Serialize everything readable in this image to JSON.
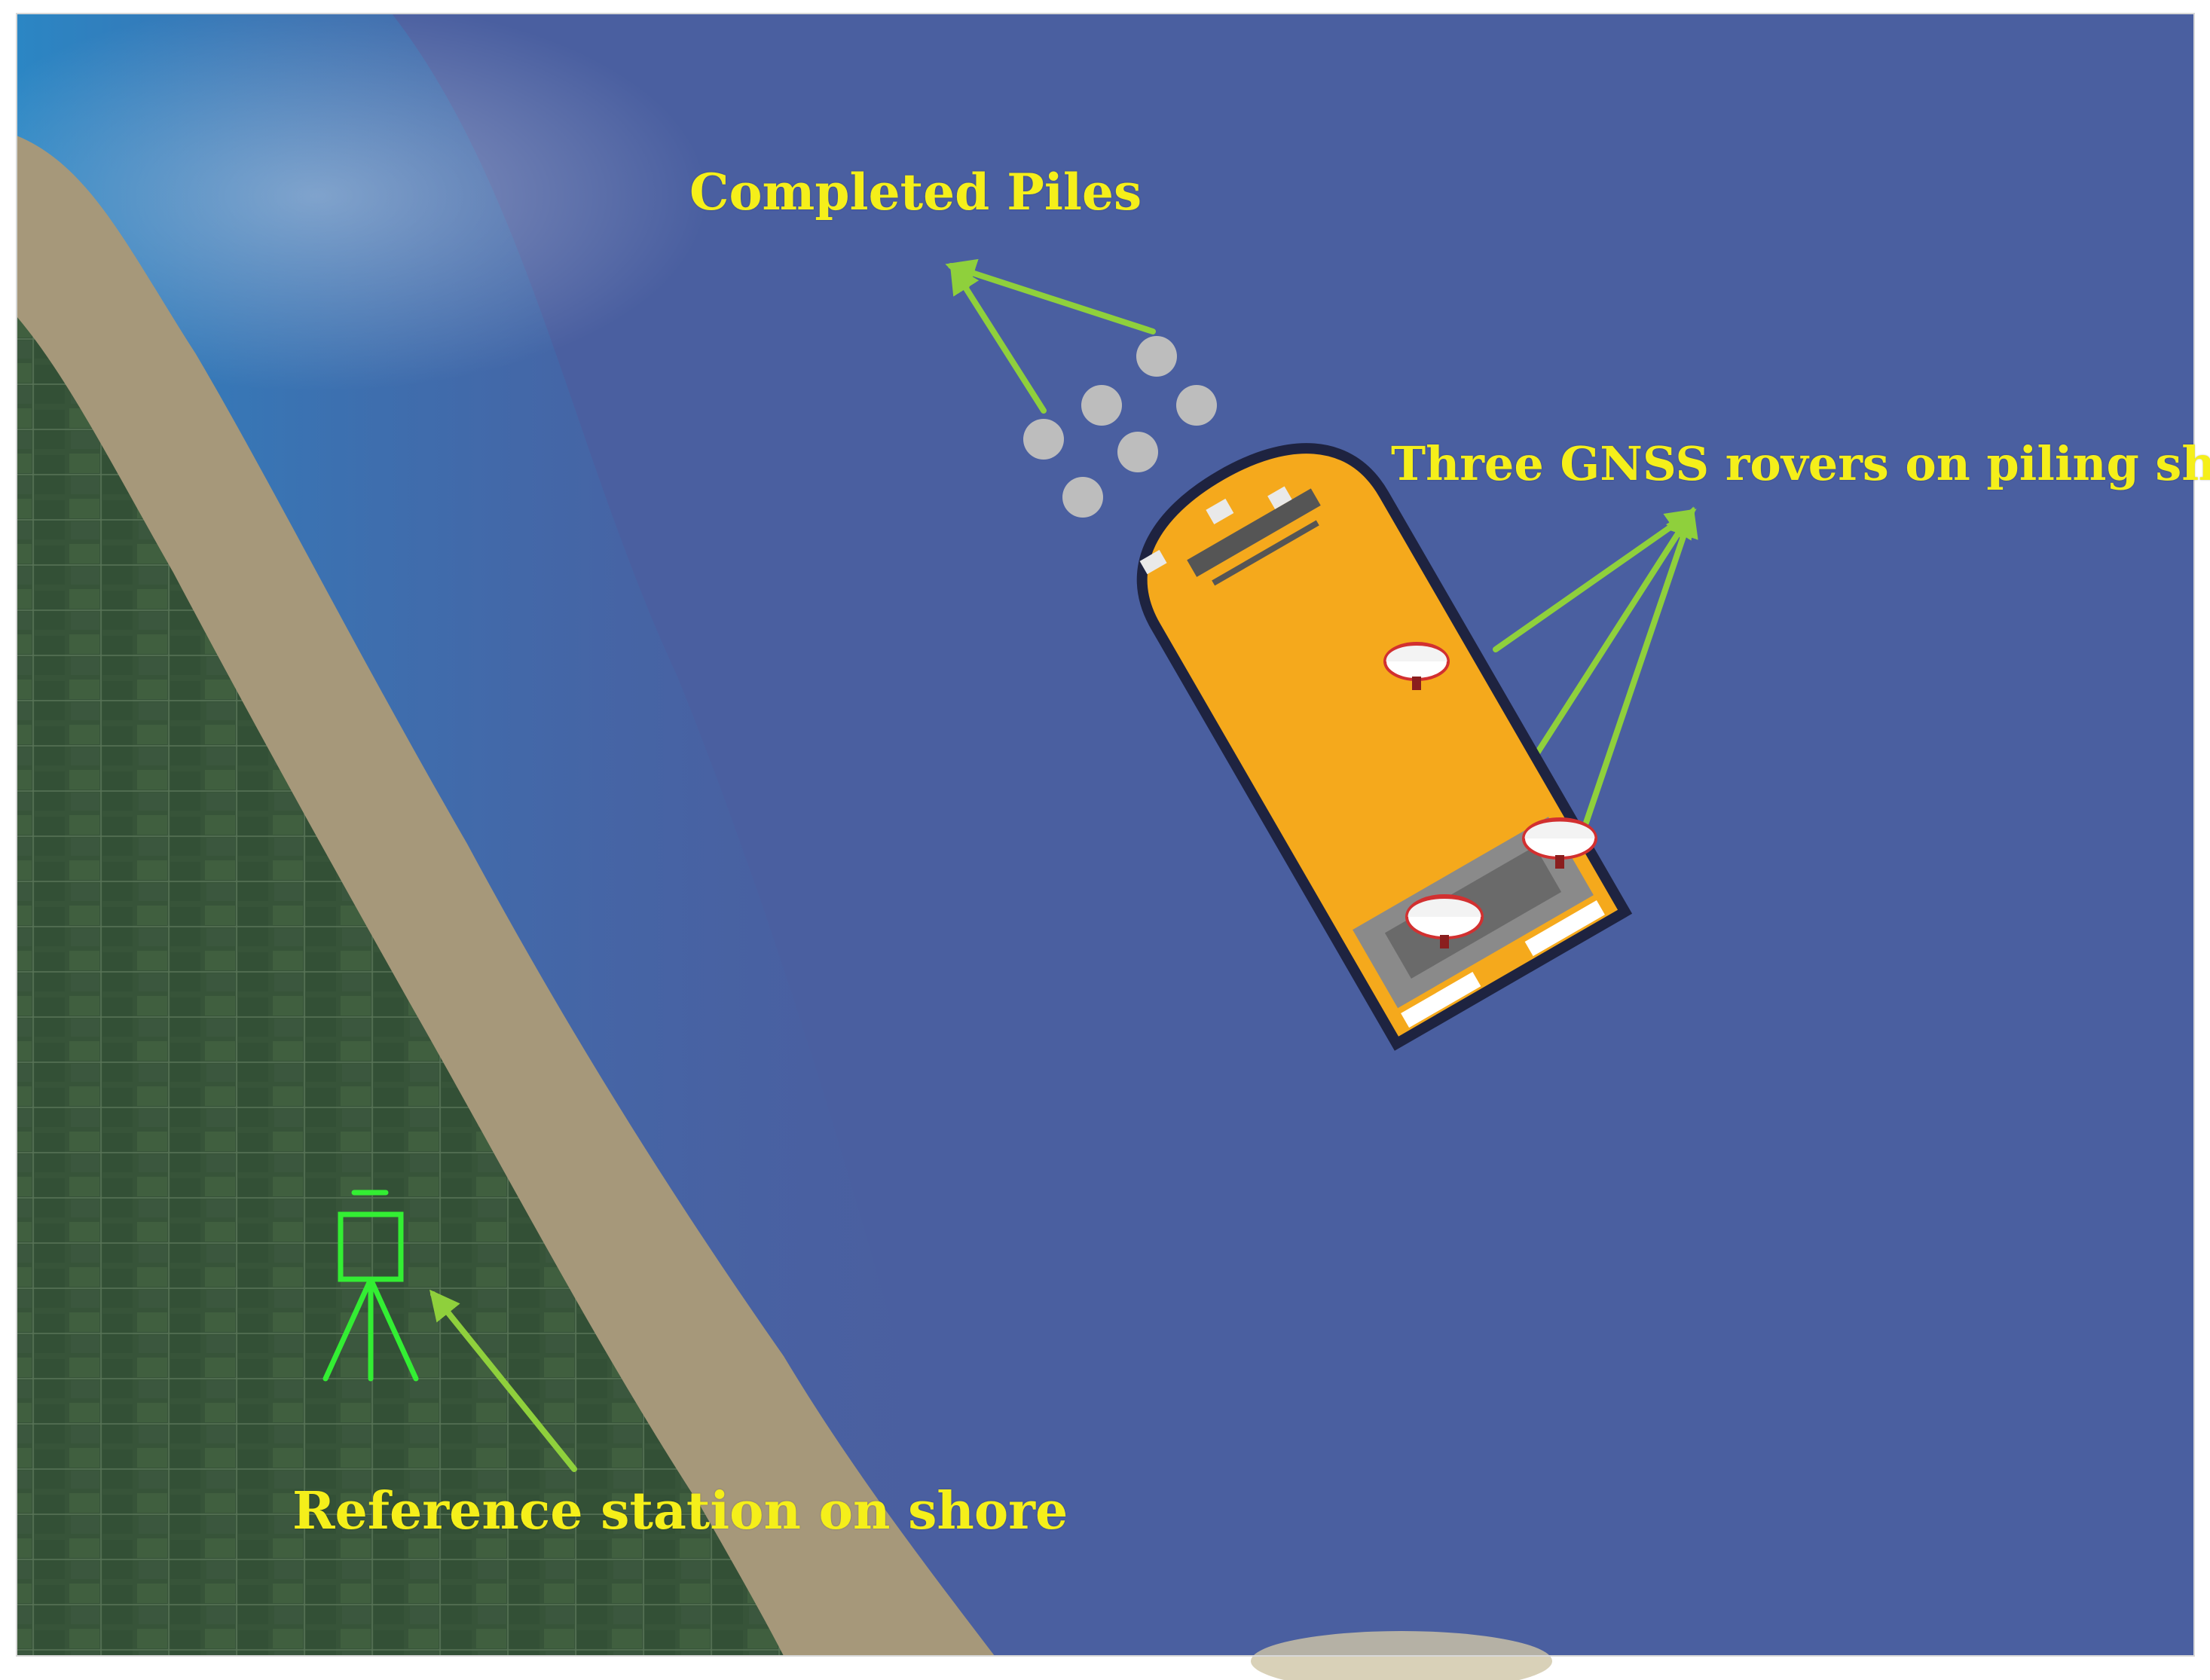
{
  "labels": {
    "completed_piles": "Completed Piles",
    "gnss_rovers": "Three GNSS rovers on piling ship",
    "reference_station": "Reference station on shore"
  },
  "colors": {
    "sea": "#4a5fa0",
    "sea_shallow": "#2f7fc0",
    "sand": "#a89a78",
    "farmland": "#3f5f40",
    "ship_hull": "#f5a91c",
    "ship_outline": "#1e2340",
    "pile": "#bdbdbd",
    "arrow": "#8fd03c",
    "label_text": "#f5ef1a",
    "reference_station": "#33ee33"
  },
  "icons": {
    "pile": "circle",
    "gnss_rover": "gnss-antenna-icon",
    "reference_station": "tripod-receiver-icon"
  },
  "scene": {
    "pile_count": 6,
    "rover_count": 3
  }
}
